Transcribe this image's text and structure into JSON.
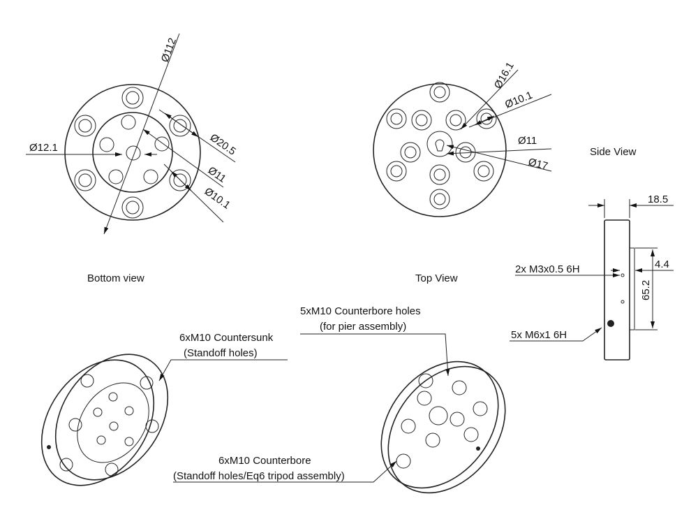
{
  "bottom_view": {
    "caption": "Bottom view",
    "dims": {
      "outer": "Ø112",
      "center": "Ø12.1",
      "counterbore": "Ø20.5",
      "hole_a": "Ø11",
      "hole_b": "Ø10.1"
    }
  },
  "top_view": {
    "caption": "Top View",
    "dims": {
      "cb_outer": "Ø16.1",
      "cb_inner": "Ø10.1",
      "hole": "Ø11",
      "cb2": "Ø17"
    }
  },
  "side_view": {
    "caption": "Side View",
    "dims": {
      "thickness": "18.5",
      "step": "4.4",
      "boss": "65.2"
    },
    "callouts": {
      "m3": "2x M3x0.5 6H",
      "m6": "5x M6x1 6H"
    }
  },
  "iso_notes": {
    "countersunk_1": "6xM10 Countersunk",
    "countersunk_2": "(Standoff holes)",
    "pier_1": "5xM10 Counterbore holes",
    "pier_2": "(for pier assembly)",
    "cb_1": "6xM10 Counterbore",
    "cb_2": "(Standoff holes/Eq6 tripod assembly)"
  }
}
